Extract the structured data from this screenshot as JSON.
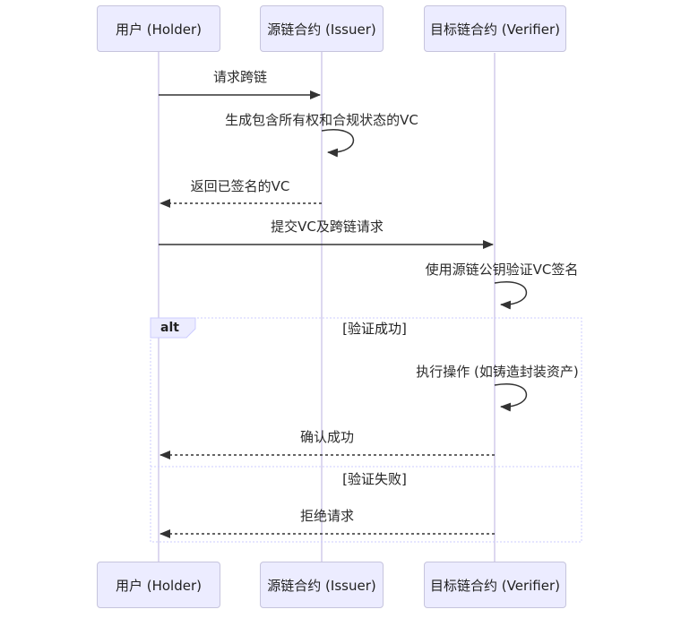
{
  "diagram_type": "sequence",
  "participants": [
    {
      "id": "holder",
      "label": "用户 (Holder)"
    },
    {
      "id": "issuer",
      "label": "源链合约 (Issuer)"
    },
    {
      "id": "verifier",
      "label": "目标链合约 (Verifier)"
    }
  ],
  "messages": [
    {
      "text": "请求跨链",
      "from": "holder",
      "to": "issuer",
      "line": "solid"
    },
    {
      "text": "生成包含所有权和合规状态的VC",
      "from": "issuer",
      "to": "issuer",
      "line": "self"
    },
    {
      "text": "返回已签名的VC",
      "from": "issuer",
      "to": "holder",
      "line": "dashed"
    },
    {
      "text": "提交VC及跨链请求",
      "from": "holder",
      "to": "verifier",
      "line": "solid"
    },
    {
      "text": "使用源链公钥验证VC签名",
      "from": "verifier",
      "to": "verifier",
      "line": "self"
    },
    {
      "text": "执行操作 (如铸造封装资产)",
      "from": "verifier",
      "to": "verifier",
      "line": "self"
    },
    {
      "text": "确认成功",
      "from": "verifier",
      "to": "holder",
      "line": "dashed"
    },
    {
      "text": "拒绝请求",
      "from": "verifier",
      "to": "holder",
      "line": "dashed"
    }
  ],
  "alt_block": {
    "label": "alt",
    "guards": [
      {
        "text": "[验证成功]"
      },
      {
        "text": "[验证失败]"
      }
    ]
  },
  "colors": {
    "actor_fill": "#ECECFF",
    "actor_border": "#c6c4dd",
    "lifeline": "#d2cbec",
    "frame_border": "#CCCCFF",
    "message_line": "#333333",
    "text": "#222222",
    "background": "#ffffff"
  }
}
